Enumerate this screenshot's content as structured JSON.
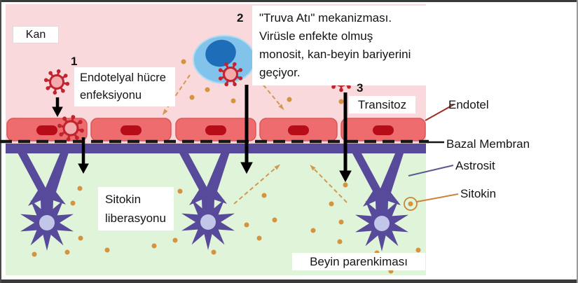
{
  "regions": {
    "blood_label": "Kan",
    "brain_label": "Beyin parenkiması"
  },
  "steps": [
    {
      "number": "1",
      "label": "Endotelyal hücre enfeksiyonu"
    },
    {
      "number": "2",
      "label": "\"Truva Atı\" mekanizması. Virüsle enfekte olmuş monosit, kan-beyin bariyerini geçiyor."
    },
    {
      "number": "3",
      "label": "Transitoz"
    }
  ],
  "annotations": {
    "cytokine_release_label": "Sitokin liberasyonu"
  },
  "legend": {
    "endothelium": "Endotel",
    "basal_membrane": "Bazal Membran",
    "astrocyte": "Astrosit",
    "cytokine": "Sitokin"
  },
  "icons": {
    "virus": "virus-icon",
    "monocyte": "monocyte-icon",
    "astrocyte": "astrocyte-icon",
    "endothelial_cell": "endothelial-cell-icon",
    "cytokine_dot": "cytokine-dot-icon",
    "black_arrow": "down-arrow-icon",
    "dashed_arrow": "dashed-arrow-icon"
  },
  "colors": {
    "blood_region": "#fad9dc",
    "brain_region": "#e0f4d9",
    "endothelial_cell": "#ee6c6e",
    "endothelial_nucleus": "#b70d19",
    "basal_membrane": "#161616",
    "astrocyte": "#584a9a",
    "astrocyte_nucleus": "#c2c7ea",
    "monocyte": "#82c3eb",
    "monocyte_nucleus": "#1e6db8",
    "virus": "#c2242f",
    "virus_body": "#f3abae",
    "cytokine": "#d6933e",
    "dashed_arrow": "#cf9a52",
    "endotel_pointer": "#9b2c24",
    "astrosit_pointer": "#5b5b8f",
    "sitokin_pointer": "#c98436"
  }
}
